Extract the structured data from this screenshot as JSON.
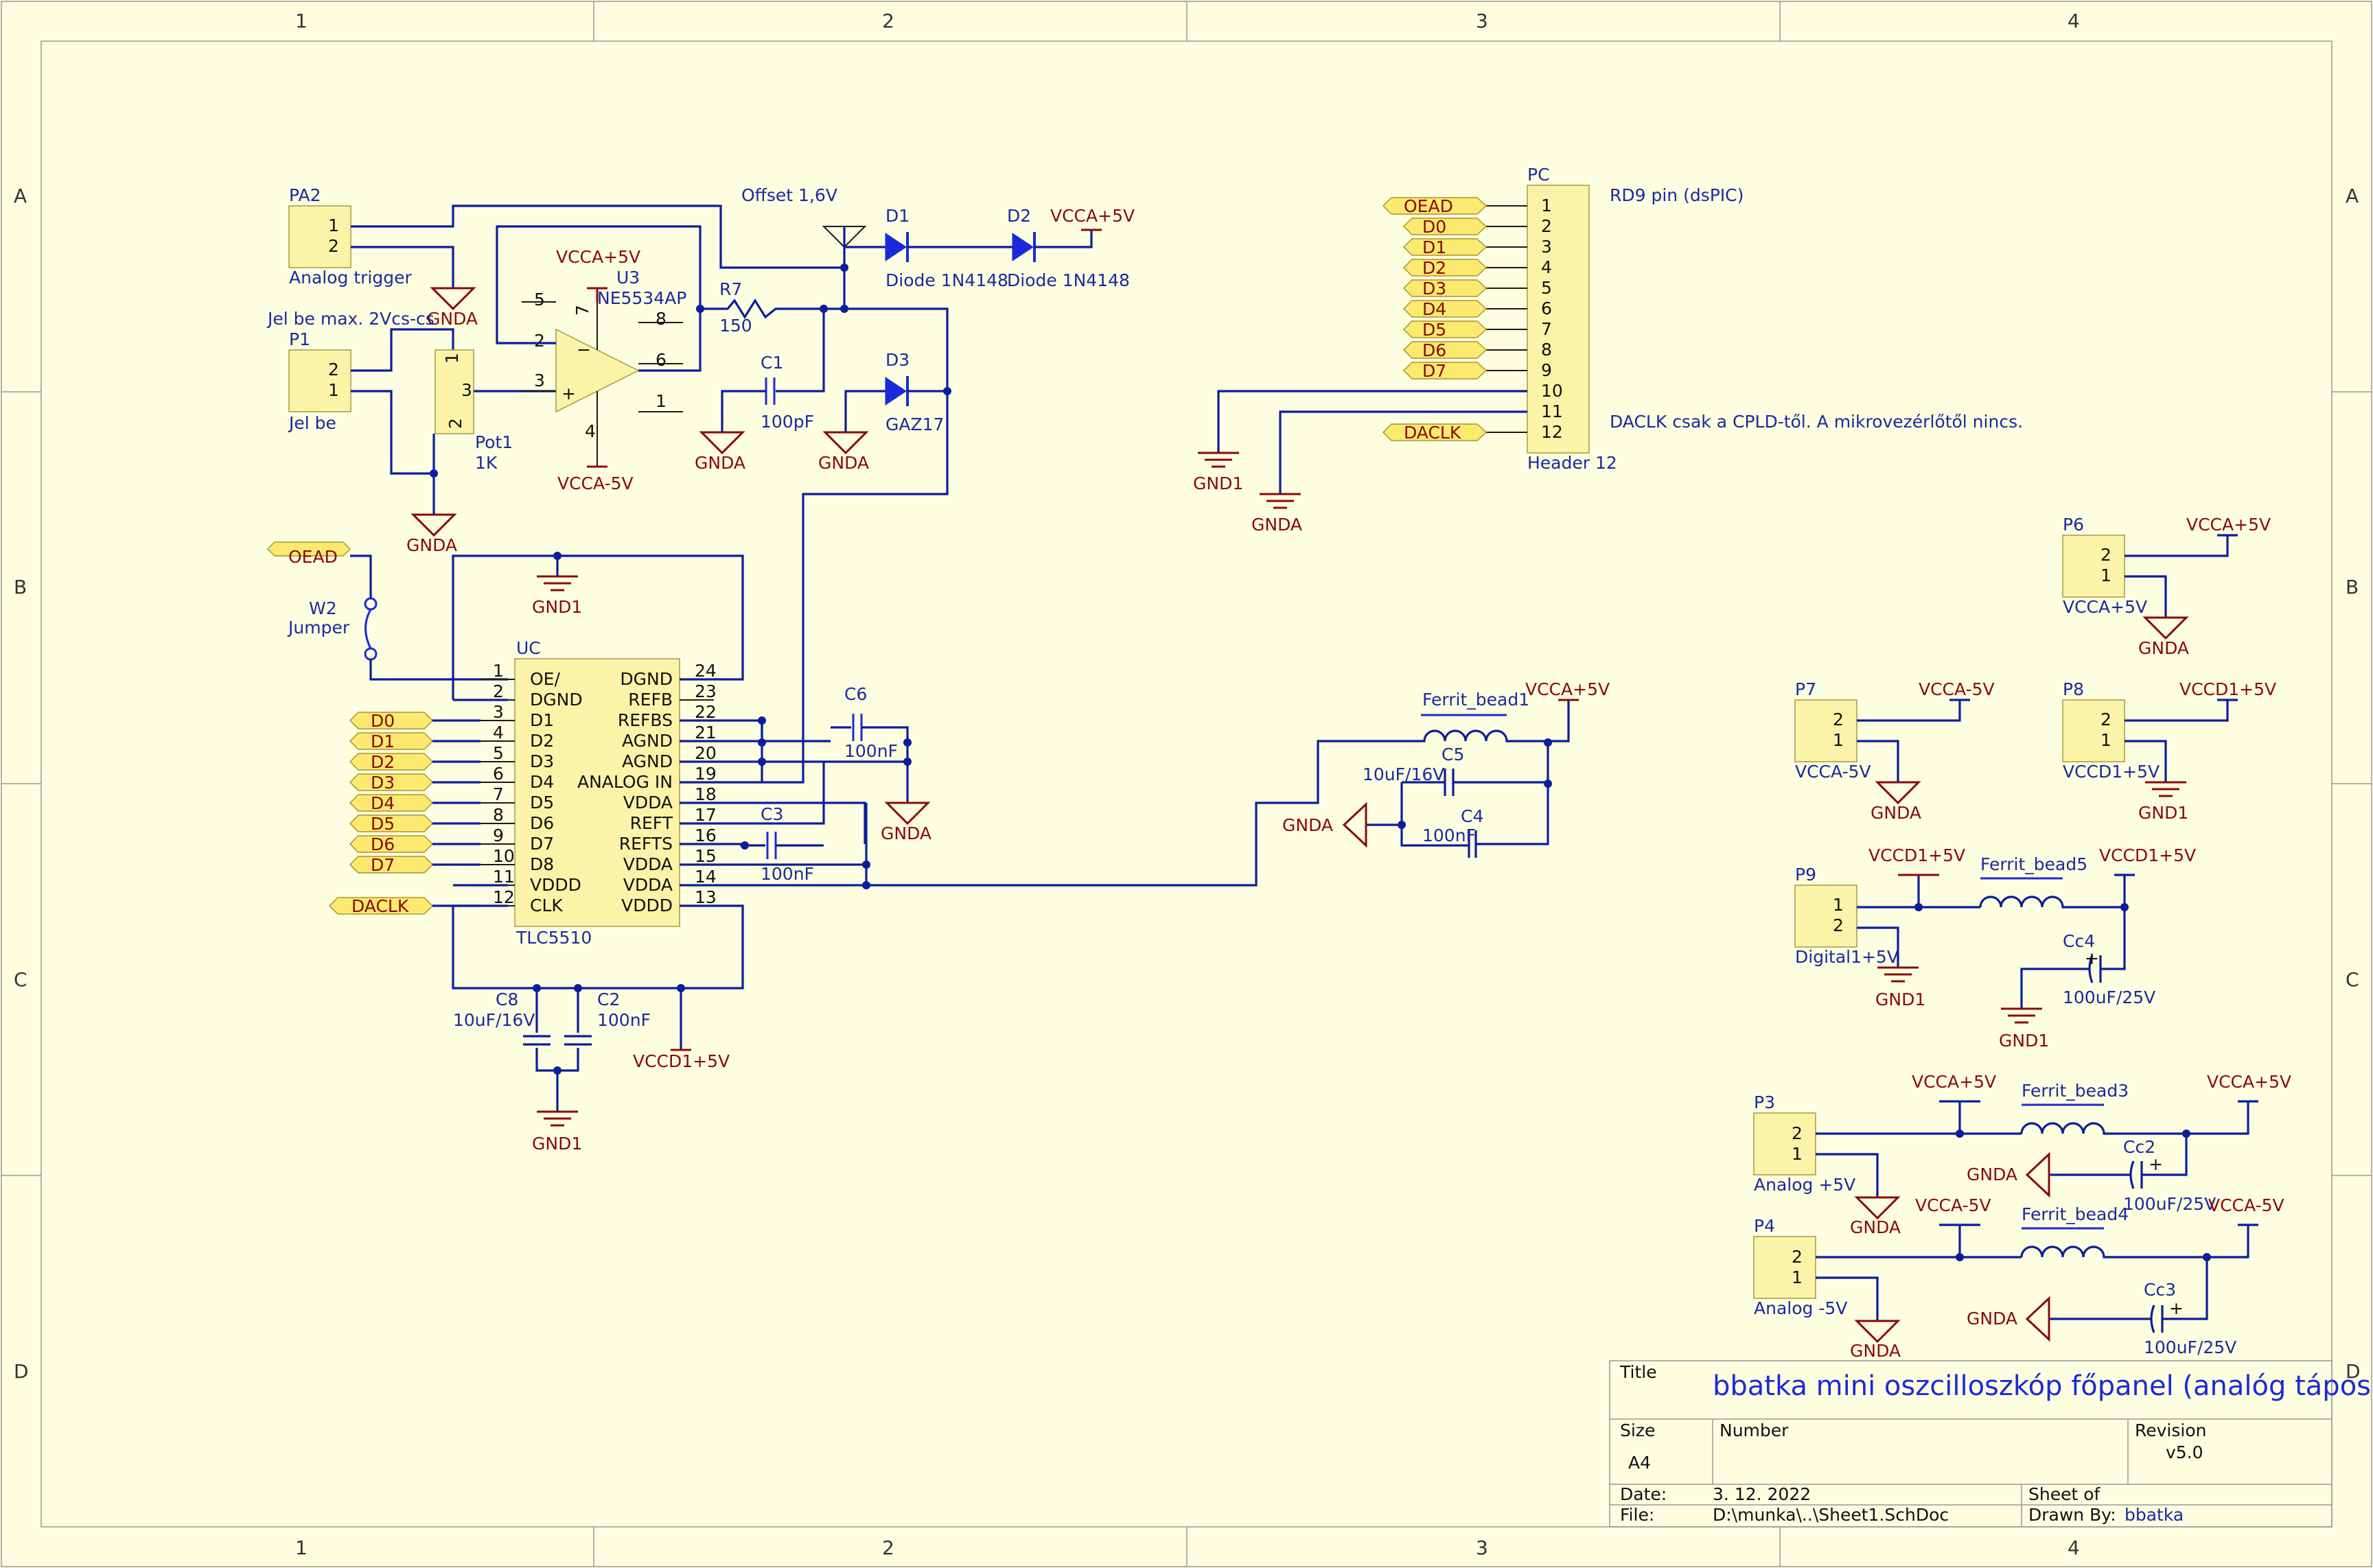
{
  "border": {
    "columns": [
      "1",
      "2",
      "3",
      "4"
    ],
    "rows": [
      "A",
      "B",
      "C",
      "D"
    ]
  },
  "title_block": {
    "title_label": "Title",
    "title": "bbatka mini oszcilloszkóp főpanel (analóg tápos)",
    "size_label": "Size",
    "size": "A4",
    "number_label": "Number",
    "revision_label": "Revision",
    "revision": "v5.0",
    "date_label": "Date:",
    "date": "3. 12. 2022",
    "file_label": "File:",
    "file": "D:\\munka\\..\\Sheet1.SchDoc",
    "sheet_label": "Sheet  of",
    "drawn_label": "Drawn By:",
    "drawn_by": "bbatka"
  },
  "components": {
    "pa2": {
      "ref": "PA2",
      "desc": "Analog trigger",
      "pins": [
        "1",
        "2"
      ]
    },
    "p1": {
      "ref": "P1",
      "desc": "Jel be",
      "note": "Jel be max. 2Vcs-cs",
      "pins": [
        "2",
        "1"
      ]
    },
    "pot1": {
      "ref": "Pot1",
      "value": "1K",
      "pins": [
        "1",
        "3",
        "2"
      ]
    },
    "u3": {
      "ref": "U3",
      "value": "NE5534AP",
      "pins": [
        "5",
        "2",
        "3",
        "7",
        "8",
        "6",
        "1",
        "4"
      ]
    },
    "r7": {
      "ref": "R7",
      "value": "150"
    },
    "c1": {
      "ref": "C1",
      "value": "100pF"
    },
    "d1": {
      "ref": "D1",
      "value": "Diode 1N4148"
    },
    "d2": {
      "ref": "D2",
      "value": "Diode 1N4148"
    },
    "d3": {
      "ref": "D3",
      "value": "GAZ17"
    },
    "offset": "Offset 1,6V",
    "pc": {
      "ref": "PC",
      "value": "Header 12",
      "note": "RD9 pin (dsPIC)",
      "note2": "DACLK csak a CPLD-től. A mikrovezérlőtől nincs.",
      "pins": [
        "1",
        "2",
        "3",
        "4",
        "5",
        "6",
        "7",
        "8",
        "9",
        "10",
        "11",
        "12"
      ],
      "ports": [
        "OEAD",
        "D0",
        "D1",
        "D2",
        "D3",
        "D4",
        "D5",
        "D6",
        "D7",
        "DACLK"
      ]
    },
    "w2": {
      "ref": "W2",
      "value": "Jumper"
    },
    "uc": {
      "ref": "UC",
      "value": "TLC5510",
      "left_pins": [
        "1",
        "2",
        "3",
        "4",
        "5",
        "6",
        "7",
        "8",
        "9",
        "10",
        "11",
        "12"
      ],
      "left_names": [
        "OE/",
        "DGND",
        "D1",
        "D2",
        "D3",
        "D4",
        "D5",
        "D6",
        "D7",
        "D8",
        "VDDD",
        "CLK"
      ],
      "right_pins": [
        "24",
        "23",
        "22",
        "21",
        "20",
        "19",
        "18",
        "17",
        "16",
        "15",
        "14",
        "13"
      ],
      "right_names": [
        "DGND",
        "REFB",
        "REFBS",
        "AGND",
        "AGND",
        "ANALOG IN",
        "VDDA",
        "REFT",
        "REFTS",
        "VDDA",
        "VDDA",
        "VDDD"
      ],
      "ports": [
        "OEAD",
        "D0",
        "D1",
        "D2",
        "D3",
        "D4",
        "D5",
        "D6",
        "D7",
        "DACLK"
      ]
    },
    "c6": {
      "ref": "C6",
      "value": "100nF"
    },
    "c3": {
      "ref": "C3",
      "value": "100nF"
    },
    "c8": {
      "ref": "C8",
      "value": "10uF/16V"
    },
    "c2": {
      "ref": "C2",
      "value": "100nF"
    },
    "fb1": {
      "ref": "Ferrit_bead1"
    },
    "c5": {
      "ref": "C5",
      "value": "10uF/16V"
    },
    "c4": {
      "ref": "C4",
      "value": "100nF"
    },
    "p6": {
      "ref": "P6",
      "desc": "VCCA+5V",
      "pins": [
        "2",
        "1"
      ]
    },
    "p7": {
      "ref": "P7",
      "desc": "VCCA-5V",
      "pins": [
        "2",
        "1"
      ]
    },
    "p8": {
      "ref": "P8",
      "desc": "VCCD1+5V",
      "pins": [
        "2",
        "1"
      ]
    },
    "p9": {
      "ref": "P9",
      "desc": "Digital1+5V",
      "pins": [
        "1",
        "2"
      ]
    },
    "fb5": {
      "ref": "Ferrit_bead5"
    },
    "cc4": {
      "ref": "Cc4",
      "value": "100uF/25V"
    },
    "p3": {
      "ref": "P3",
      "desc": "Analog +5V",
      "pins": [
        "2",
        "1"
      ]
    },
    "fb3": {
      "ref": "Ferrit_bead3"
    },
    "cc2": {
      "ref": "Cc2",
      "value": "100uF/25V"
    },
    "p4": {
      "ref": "P4",
      "desc": "Analog -5V",
      "pins": [
        "2",
        "1"
      ]
    },
    "fb4": {
      "ref": "Ferrit_bead4"
    },
    "cc3": {
      "ref": "Cc3",
      "value": "100uF/25V"
    }
  },
  "nets": {
    "gnda": "GNDA",
    "gnd1": "GND1",
    "vcca_p5": "VCCA+5V",
    "vcca_m5": "VCCA-5V",
    "vccd1_p5": "VCCD1+5V"
  }
}
